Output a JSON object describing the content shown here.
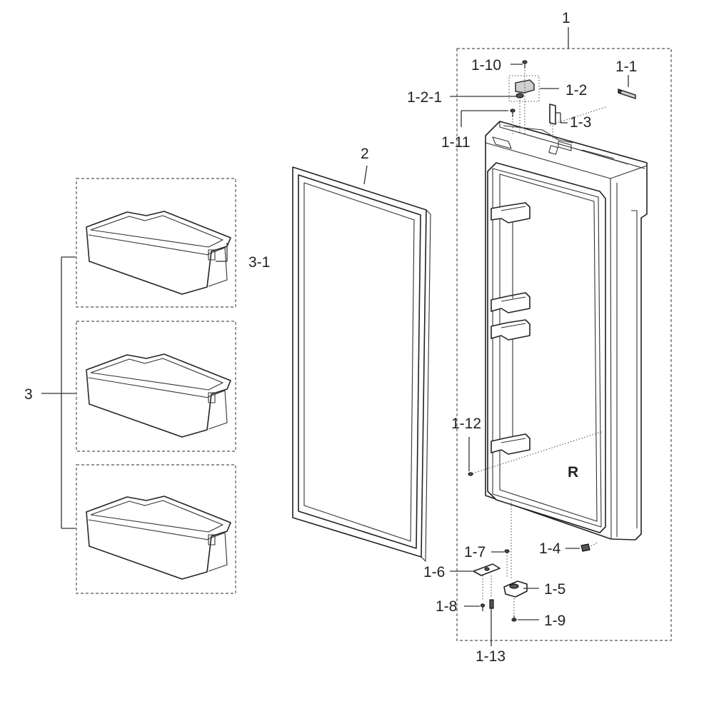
{
  "diagram": {
    "labels": {
      "l_1": "1",
      "l_1_1": "1-1",
      "l_1_2": "1-2",
      "l_1_2_1": "1-2-1",
      "l_1_3": "1-3",
      "l_1_4": "1-4",
      "l_1_5": "1-5",
      "l_1_6": "1-6",
      "l_1_7": "1-7",
      "l_1_8": "1-8",
      "l_1_9": "1-9",
      "l_1_10": "1-10",
      "l_1_11": "1-11",
      "l_1_12": "1-12",
      "l_1_13": "1-13",
      "l_2": "2",
      "l_3": "3",
      "l_3_1": "3-1",
      "door_mark": "R"
    }
  }
}
